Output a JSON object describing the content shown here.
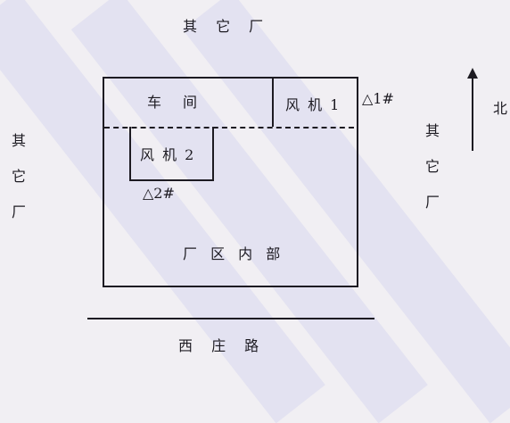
{
  "top_neighbor": "其 它 厂",
  "left_neighbor": [
    "其",
    "它",
    "厂"
  ],
  "right_neighbor": [
    "其",
    "它",
    "厂"
  ],
  "workshop": "车　间",
  "fan1": "风 机 1",
  "point1": "△1#",
  "fan2": "风 机 2",
  "point2": "△2#",
  "factory_interior": "厂 区 内 部",
  "road": "西 庄 路",
  "north": "北",
  "colors": {
    "background": "#f1eff3",
    "watermark": "#d7d7ee",
    "line": "#1d1b22"
  }
}
